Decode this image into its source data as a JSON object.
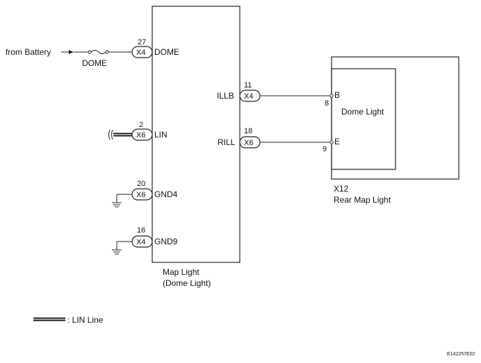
{
  "components": {
    "map_light": {
      "name_line1": "Map Light",
      "name_line2": "(Dome Light)"
    },
    "rear_map_light": {
      "code": "X12",
      "name": "Rear Map Light",
      "inner_label": "Dome Light"
    }
  },
  "source": {
    "label": "from Battery",
    "fuse_label": "DOME"
  },
  "terminals": {
    "dome": {
      "pin": "27",
      "connector": "X4",
      "name": "DOME"
    },
    "lin": {
      "pin": "2",
      "connector": "X6",
      "name": "LIN"
    },
    "gnd4": {
      "pin": "20",
      "connector": "X6",
      "name": "GND4"
    },
    "gnd9": {
      "pin": "16",
      "connector": "X4",
      "name": "GND9"
    },
    "illb": {
      "pin": "11",
      "connector": "X4",
      "name": "ILLB"
    },
    "rill": {
      "pin": "18",
      "connector": "X6",
      "name": "RILL"
    }
  },
  "rear_pins": {
    "b": {
      "name": "B",
      "pin": "8"
    },
    "e": {
      "name": "E",
      "pin": "9"
    }
  },
  "legend": {
    "label": ": LIN Line"
  },
  "figure_code": "E142257E02"
}
